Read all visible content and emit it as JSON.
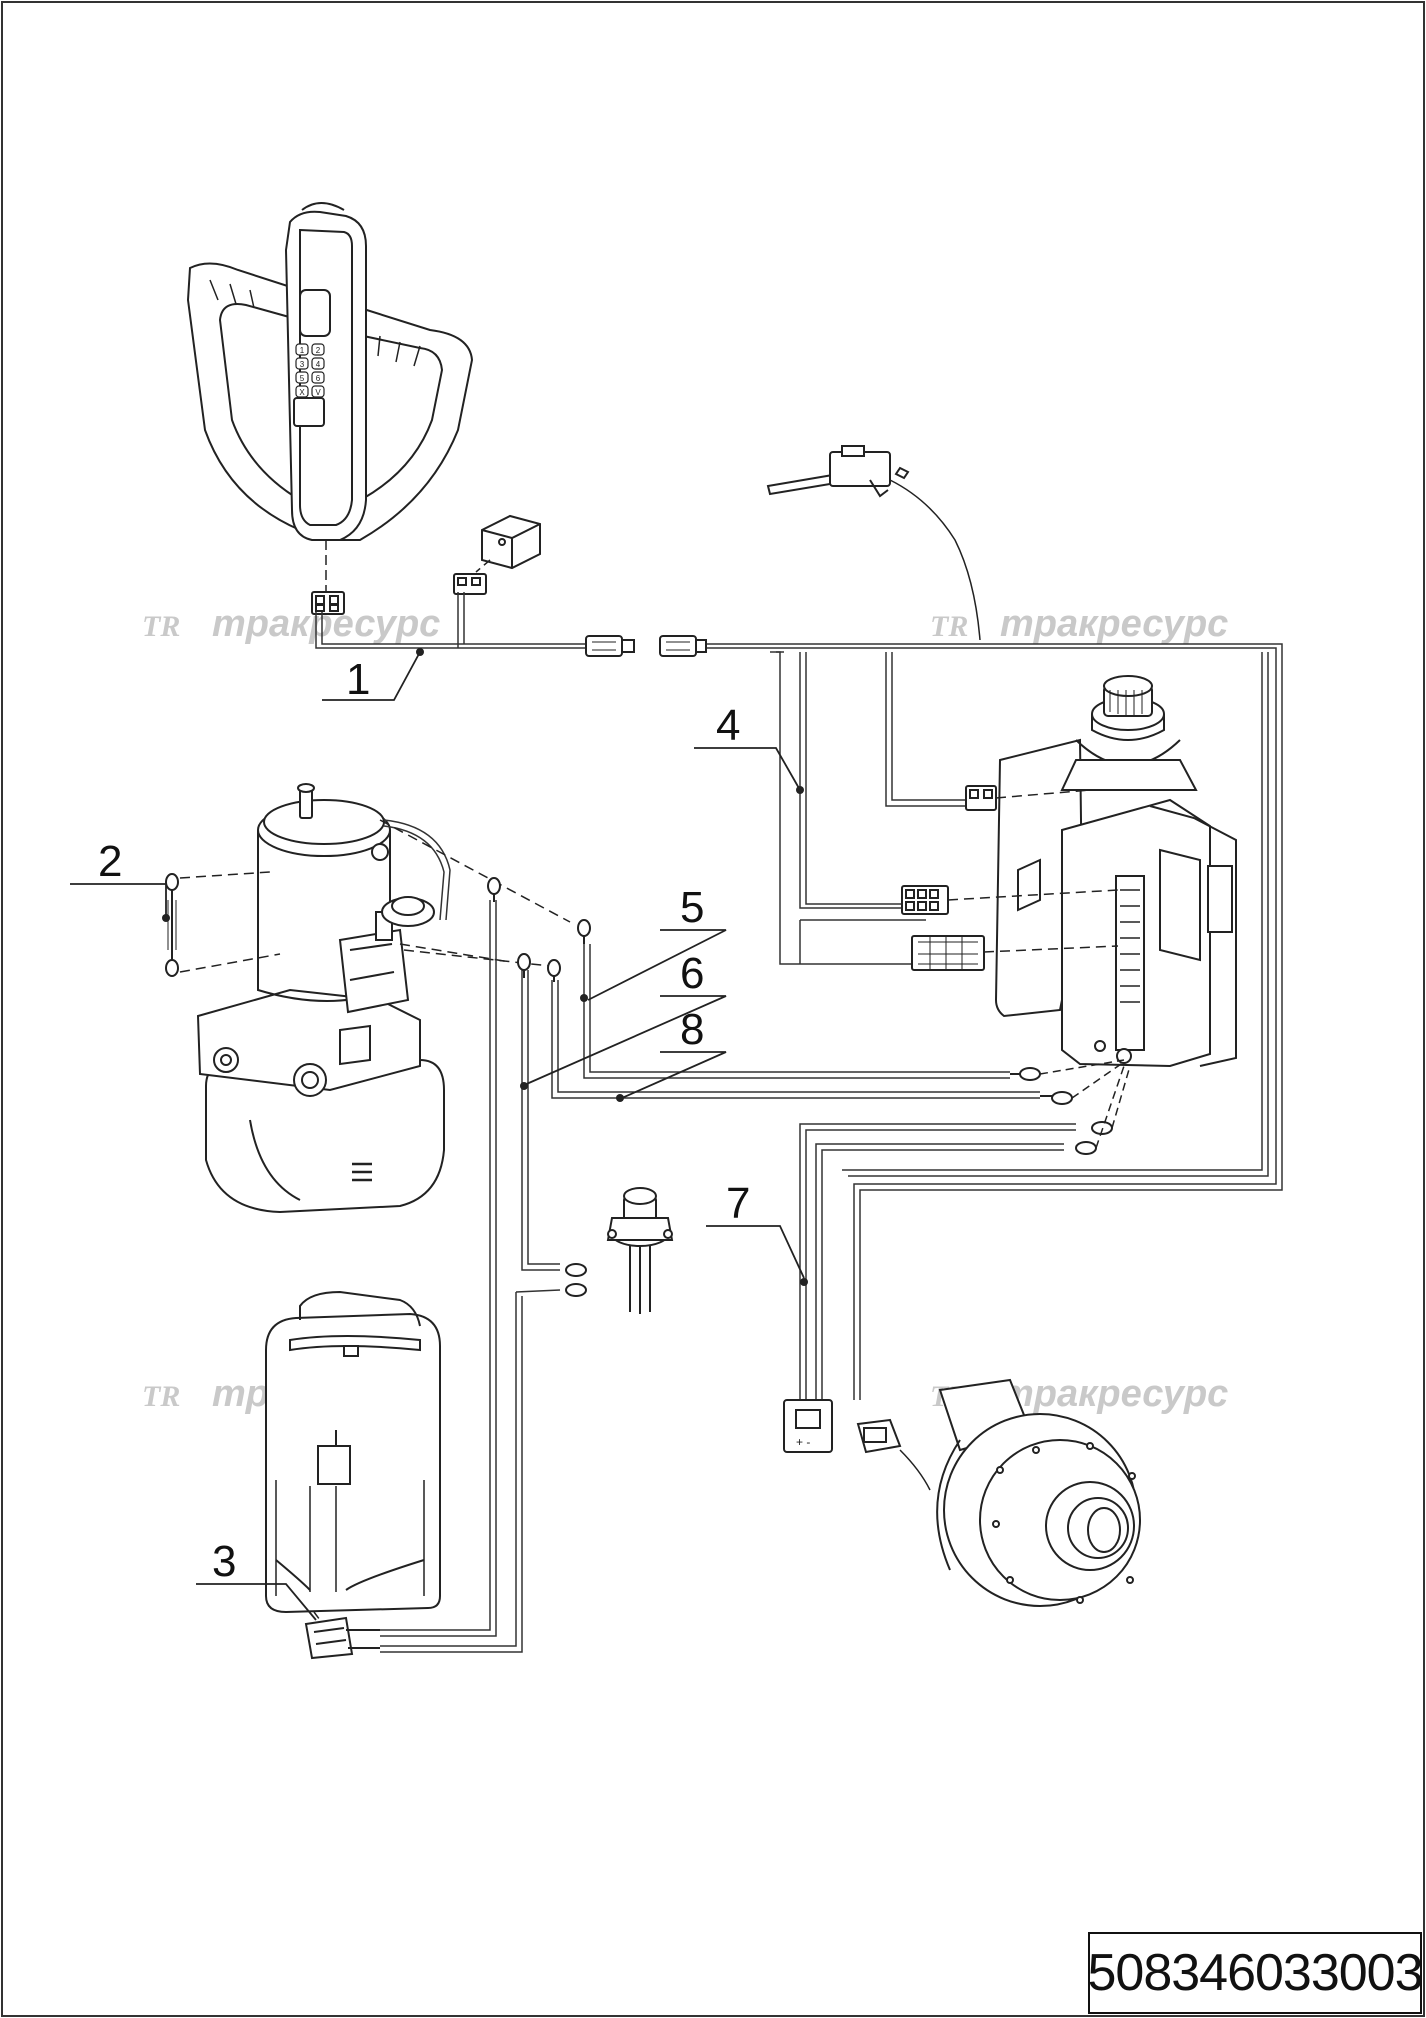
{
  "drawing_number": "508346033003",
  "watermark": {
    "logo": "TR",
    "text": "тракресурс"
  },
  "callouts": [
    {
      "id": "1",
      "label": "1"
    },
    {
      "id": "2",
      "label": "2"
    },
    {
      "id": "3",
      "label": "3"
    },
    {
      "id": "4",
      "label": "4"
    },
    {
      "id": "5",
      "label": "5"
    },
    {
      "id": "6",
      "label": "6"
    },
    {
      "id": "7",
      "label": "7"
    },
    {
      "id": "8",
      "label": "8"
    }
  ],
  "handle_keypad": [
    "1",
    "2",
    "3",
    "4",
    "5",
    "6",
    "X",
    "V"
  ],
  "connector_marks": "+ -"
}
